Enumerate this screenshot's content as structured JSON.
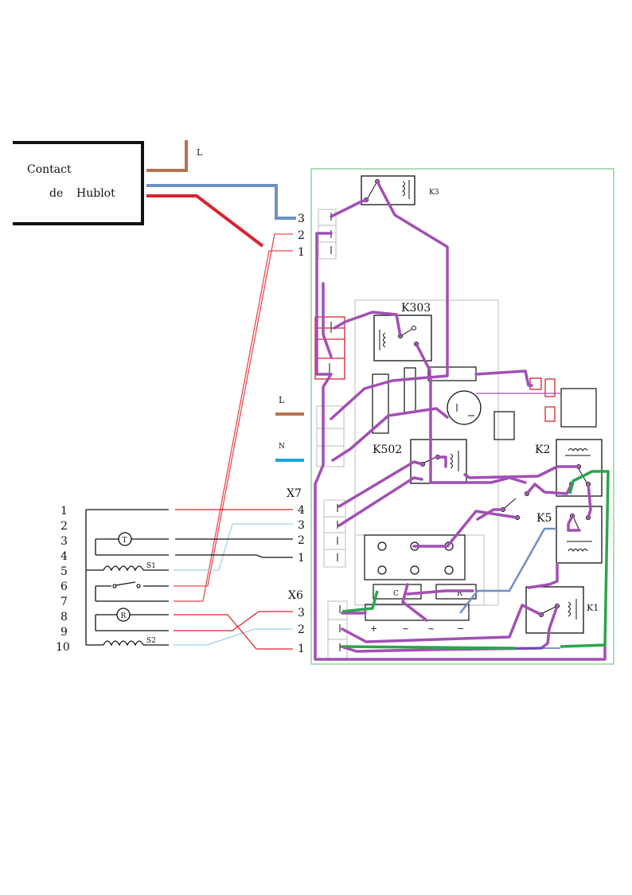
{
  "contact": {
    "line1": "Contact",
    "line2": "de",
    "line3": "Hublot"
  },
  "supply": {
    "l_top": "L",
    "l_mid": "L",
    "n_mid": "N"
  },
  "left_terminals": [
    "1",
    "2",
    "3",
    "4",
    "5",
    "6",
    "7",
    "8",
    "9",
    "10"
  ],
  "top_terminals": [
    "3",
    "2",
    "1"
  ],
  "components": {
    "s1": "S1",
    "s2": "S2",
    "t_symbol": "T",
    "r_symbol": "R"
  },
  "x7": {
    "label": "X7",
    "pins": [
      "4",
      "3",
      "2",
      "1"
    ]
  },
  "x6": {
    "label": "X6",
    "pins": [
      "3",
      "2",
      "1"
    ]
  },
  "relays": {
    "k3": "K3",
    "k303": "K303",
    "k502": "K502",
    "k2": "K2",
    "k5": "K5",
    "k1": "K1"
  },
  "board_labels": {
    "c": "C",
    "r": "R",
    "plus": "+",
    "tilde1": "~",
    "tilde2": "~",
    "minus": "−"
  },
  "colors": {
    "brown": "#b5734f",
    "blue": "#6f8fc2",
    "red": "#d9232e",
    "thin_red": "#e8484f",
    "light_blue": "#9fd0e2",
    "cyan": "#19a6dc",
    "purple": "#a24fb4",
    "green": "#2aa64a",
    "frame_green": "#8fd29a",
    "gray": "#c7c7c7",
    "black": "#111111"
  }
}
